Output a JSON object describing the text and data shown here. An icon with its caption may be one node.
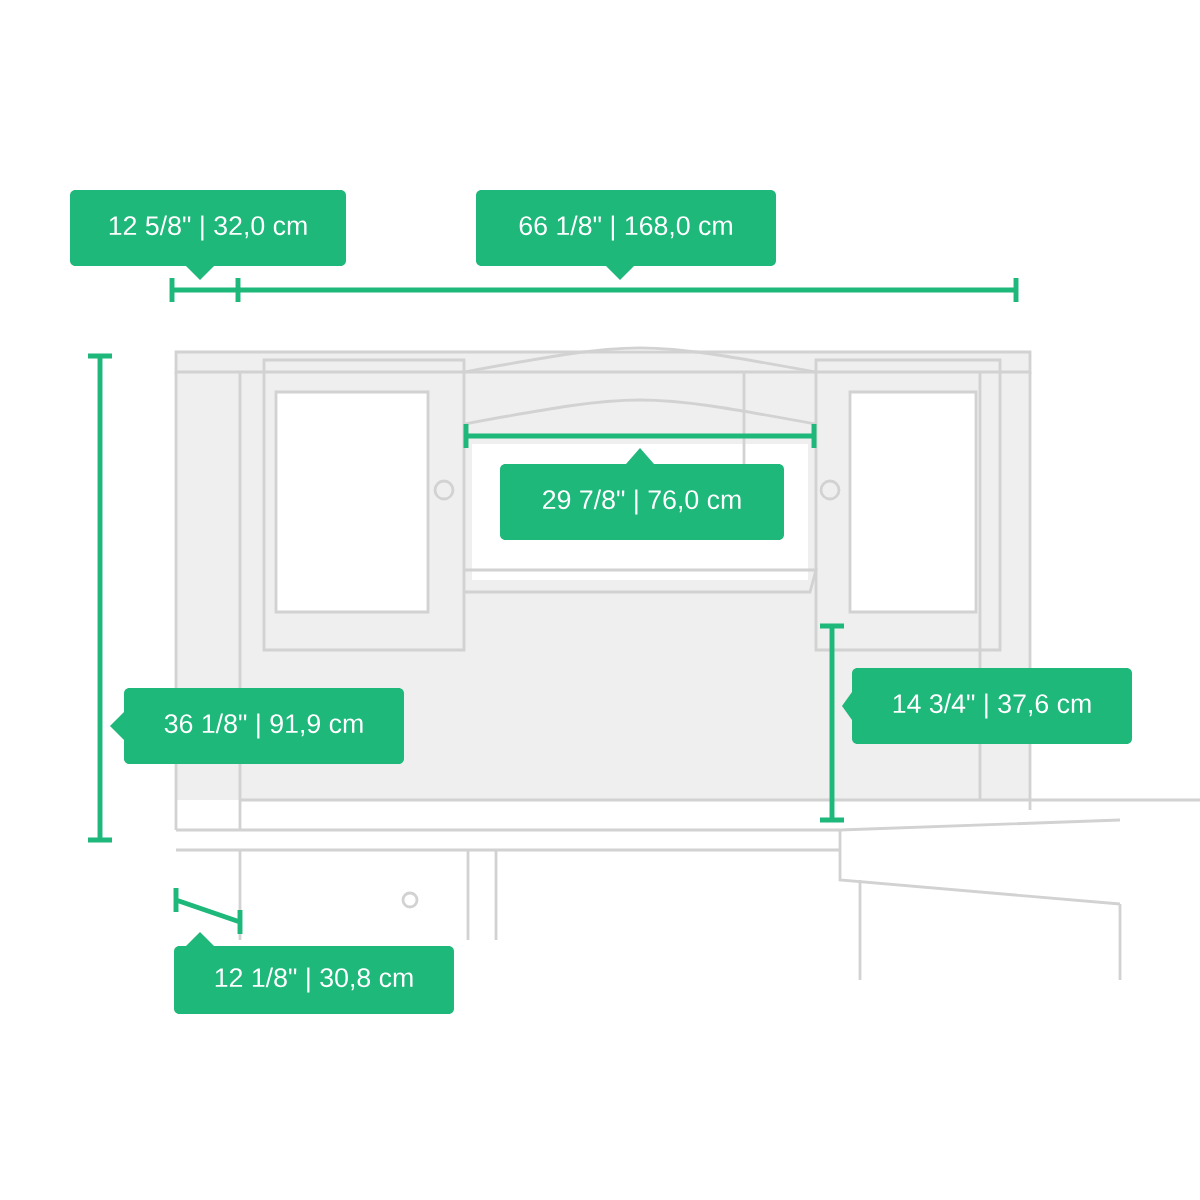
{
  "diagram": {
    "nodes": [
      {
        "text": [
          "12 5/8\" | 32,0 cm"
        ]
      },
      {
        "text": [
          "66 1/8\" | 168,0 cm"
        ]
      },
      {
        "text": [
          "29 7/8\" | 76,0 cm"
        ]
      },
      {
        "text": [
          "36 1/8\" | 91,9 cm"
        ]
      },
      {
        "text": [
          "14 3/4\" | 37,6 cm"
        ]
      },
      {
        "text": [
          "12 1/8\" | 30,8 cm"
        ]
      }
    ]
  }
}
